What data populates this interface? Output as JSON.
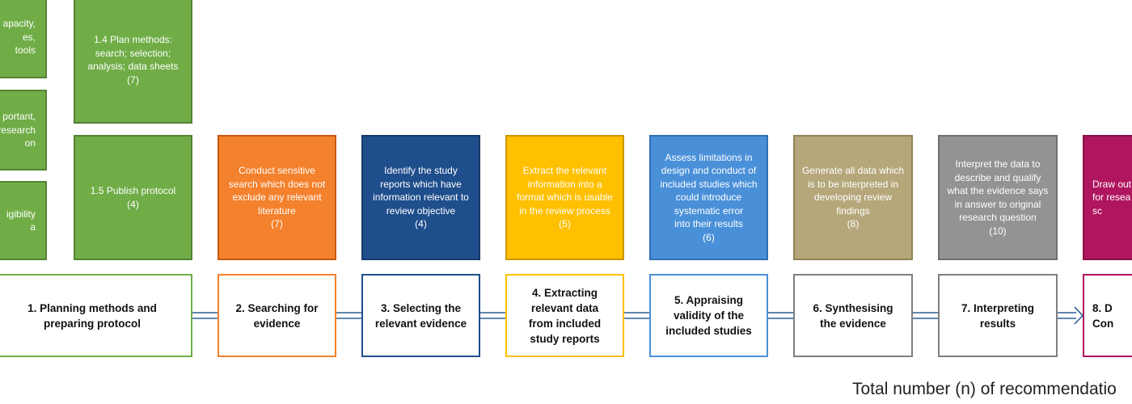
{
  "colors": {
    "green": "#70ad47",
    "green_border": "#548235",
    "orange": "#f4812d",
    "dark_blue": "#1f4e8c",
    "amber": "#ffc000",
    "light_blue": "#4a90d9",
    "tan": "#b5a77a",
    "grey": "#939393",
    "magenta": "#b0155f"
  },
  "planning_boxes": [
    {
      "text": "apacity,\nes, tools"
    },
    {
      "text": "portant,\nresearch\non"
    },
    {
      "text": "igibility\na"
    },
    {
      "text": "1.4 Plan methods:\nsearch; selection;\nanalysis; data sheets\n(7)"
    },
    {
      "text": "1.5 Publish protocol\n(4)"
    }
  ],
  "recommendation_boxes": [
    {
      "text": "Conduct sensitive\nsearch which does not\nexclude any relevant\nliterature\n(7)",
      "color": "orange"
    },
    {
      "text": "Identify the study\nreports which have\ninformation relevant to\nreview objective\n(4)",
      "color": "dark_blue"
    },
    {
      "text": "Extract the relevant\ninformation into a\nformat which is usable\nin the review process\n(5)",
      "color": "amber"
    },
    {
      "text": "Assess limitations in\ndesign and conduct of\nincluded studies which\ncould introduce\nsystematic error\ninto their results\n(6)",
      "color": "light_blue"
    },
    {
      "text": "Generate all data which\nis to be interpreted in\ndeveloping review\nfindings\n(8)",
      "color": "tan"
    },
    {
      "text": "Interpret the data to\ndescribe and qualify\nwhat the evidence says\nin answer to original\nresearch question\n(10)",
      "color": "grey"
    },
    {
      "text": "Draw out\nfor resea\nsc",
      "color": "magenta"
    }
  ],
  "steps": [
    {
      "label": "1. Planning methods and\npreparing protocol",
      "color": "green"
    },
    {
      "label": "2. Searching for\nevidence",
      "color": "orange"
    },
    {
      "label": "3. Selecting the\nrelevant evidence",
      "color": "dark_blue"
    },
    {
      "label": "4. Extracting\nrelevant data\nfrom included\nstudy reports",
      "color": "amber"
    },
    {
      "label": "5. Appraising\nvalidity of the\nincluded studies",
      "color": "light_blue"
    },
    {
      "label": "6. Synthesising\nthe evidence",
      "color": "tan"
    },
    {
      "label": "7. Interpreting\nresults",
      "color": "grey"
    },
    {
      "label": "8. D\nCon",
      "color": "magenta"
    }
  ],
  "footer": "Total number (n) of recommendatio"
}
